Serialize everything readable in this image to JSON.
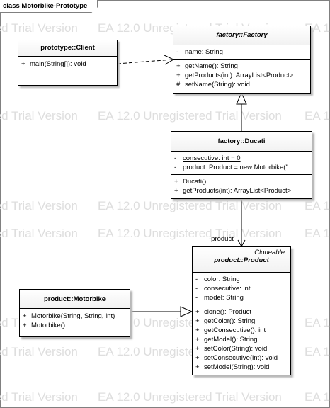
{
  "frame": {
    "title": "class Motorbike-Prototype"
  },
  "watermark": {
    "text": "EA 12.0 Unregistered Trial Version"
  },
  "classes": {
    "client": {
      "name": "prototype::Client",
      "operations": [
        {
          "vis": "+",
          "text": "main(String[]): void",
          "static": true
        }
      ]
    },
    "factory": {
      "name": "factory::Factory",
      "attributes": [
        {
          "vis": "-",
          "text": "name: String"
        }
      ],
      "operations": [
        {
          "vis": "+",
          "text": "getName(): String"
        },
        {
          "vis": "+",
          "text": "getProducts(int): ArrayList<Product>"
        },
        {
          "vis": "#",
          "text": "setName(String): void"
        }
      ]
    },
    "ducati": {
      "name": "factory::Ducati",
      "attributes": [
        {
          "vis": "-",
          "text": "consecutive: int = 0",
          "static": true
        },
        {
          "vis": "-",
          "text": "product: Product = new Motorbike(\"..."
        }
      ],
      "operations": [
        {
          "vis": "+",
          "text": "Ducati()"
        },
        {
          "vis": "+",
          "text": "getProducts(int): ArrayList<Product>"
        }
      ]
    },
    "product": {
      "stereotype": "Cloneable",
      "name": "product::Product",
      "attributes": [
        {
          "vis": "-",
          "text": "color: String"
        },
        {
          "vis": "-",
          "text": "consecutive: int"
        },
        {
          "vis": "-",
          "text": "model: String"
        }
      ],
      "operations": [
        {
          "vis": "+",
          "text": "clone(): Product"
        },
        {
          "vis": "+",
          "text": "getColor(): String"
        },
        {
          "vis": "+",
          "text": "getConsecutive(): int"
        },
        {
          "vis": "+",
          "text": "getModel(): String"
        },
        {
          "vis": "+",
          "text": "setColor(String): void"
        },
        {
          "vis": "+",
          "text": "setConsecutive(int): void"
        },
        {
          "vis": "+",
          "text": "setModel(String): void"
        }
      ]
    },
    "motorbike": {
      "name": "product::Motorbike",
      "operations": [
        {
          "vis": "+",
          "text": "Motorbike(String, String, int)"
        },
        {
          "vis": "+",
          "text": "Motorbike()"
        }
      ]
    }
  },
  "connectors": {
    "ducati_product_role": "-product"
  }
}
